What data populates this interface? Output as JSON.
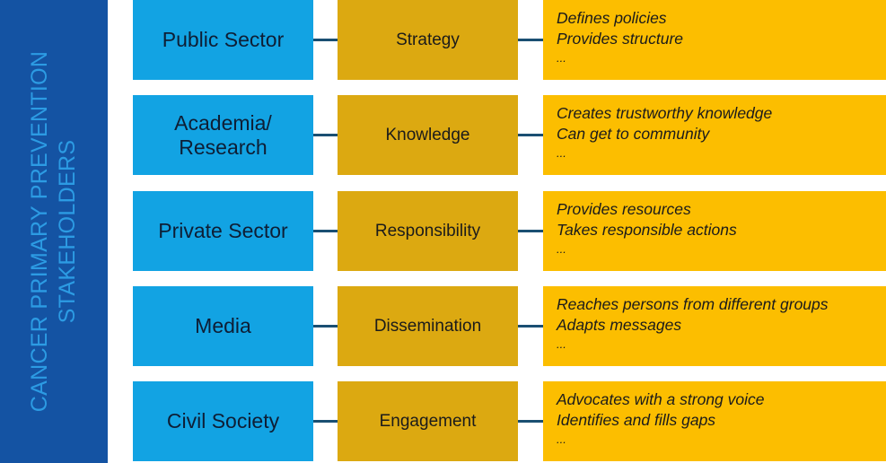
{
  "side_label": {
    "line1": "CANCER PRIMARY PREVENTION",
    "line2": "STAKEHOLDERS"
  },
  "rows": [
    {
      "stakeholder": "Public Sector",
      "role": "Strategy",
      "descriptions": [
        "Defines policies",
        "Provides structure",
        "..."
      ]
    },
    {
      "stakeholder": "Academia/\nResearch",
      "role": "Knowledge",
      "descriptions": [
        "Creates trustworthy knowledge",
        "Can get to community",
        "..."
      ]
    },
    {
      "stakeholder": "Private Sector",
      "role": "Responsibility",
      "descriptions": [
        "Provides resources",
        "Takes responsible actions",
        "..."
      ]
    },
    {
      "stakeholder": "Media",
      "role": "Dissemination",
      "descriptions": [
        "Reaches persons from different groups",
        "Adapts messages",
        "..."
      ]
    },
    {
      "stakeholder": "Civil Society",
      "role": "Engagement",
      "descriptions": [
        "Advocates with a strong voice",
        "Identifies and fills gaps",
        "..."
      ]
    }
  ],
  "colors": {
    "sidebar": "#1453a3",
    "sidebar_text": "#2c9be3",
    "stakeholder_box": "#12a3e3",
    "role_box": "#dca911",
    "description_box": "#fcbe00",
    "connector": "#1a4f72"
  }
}
